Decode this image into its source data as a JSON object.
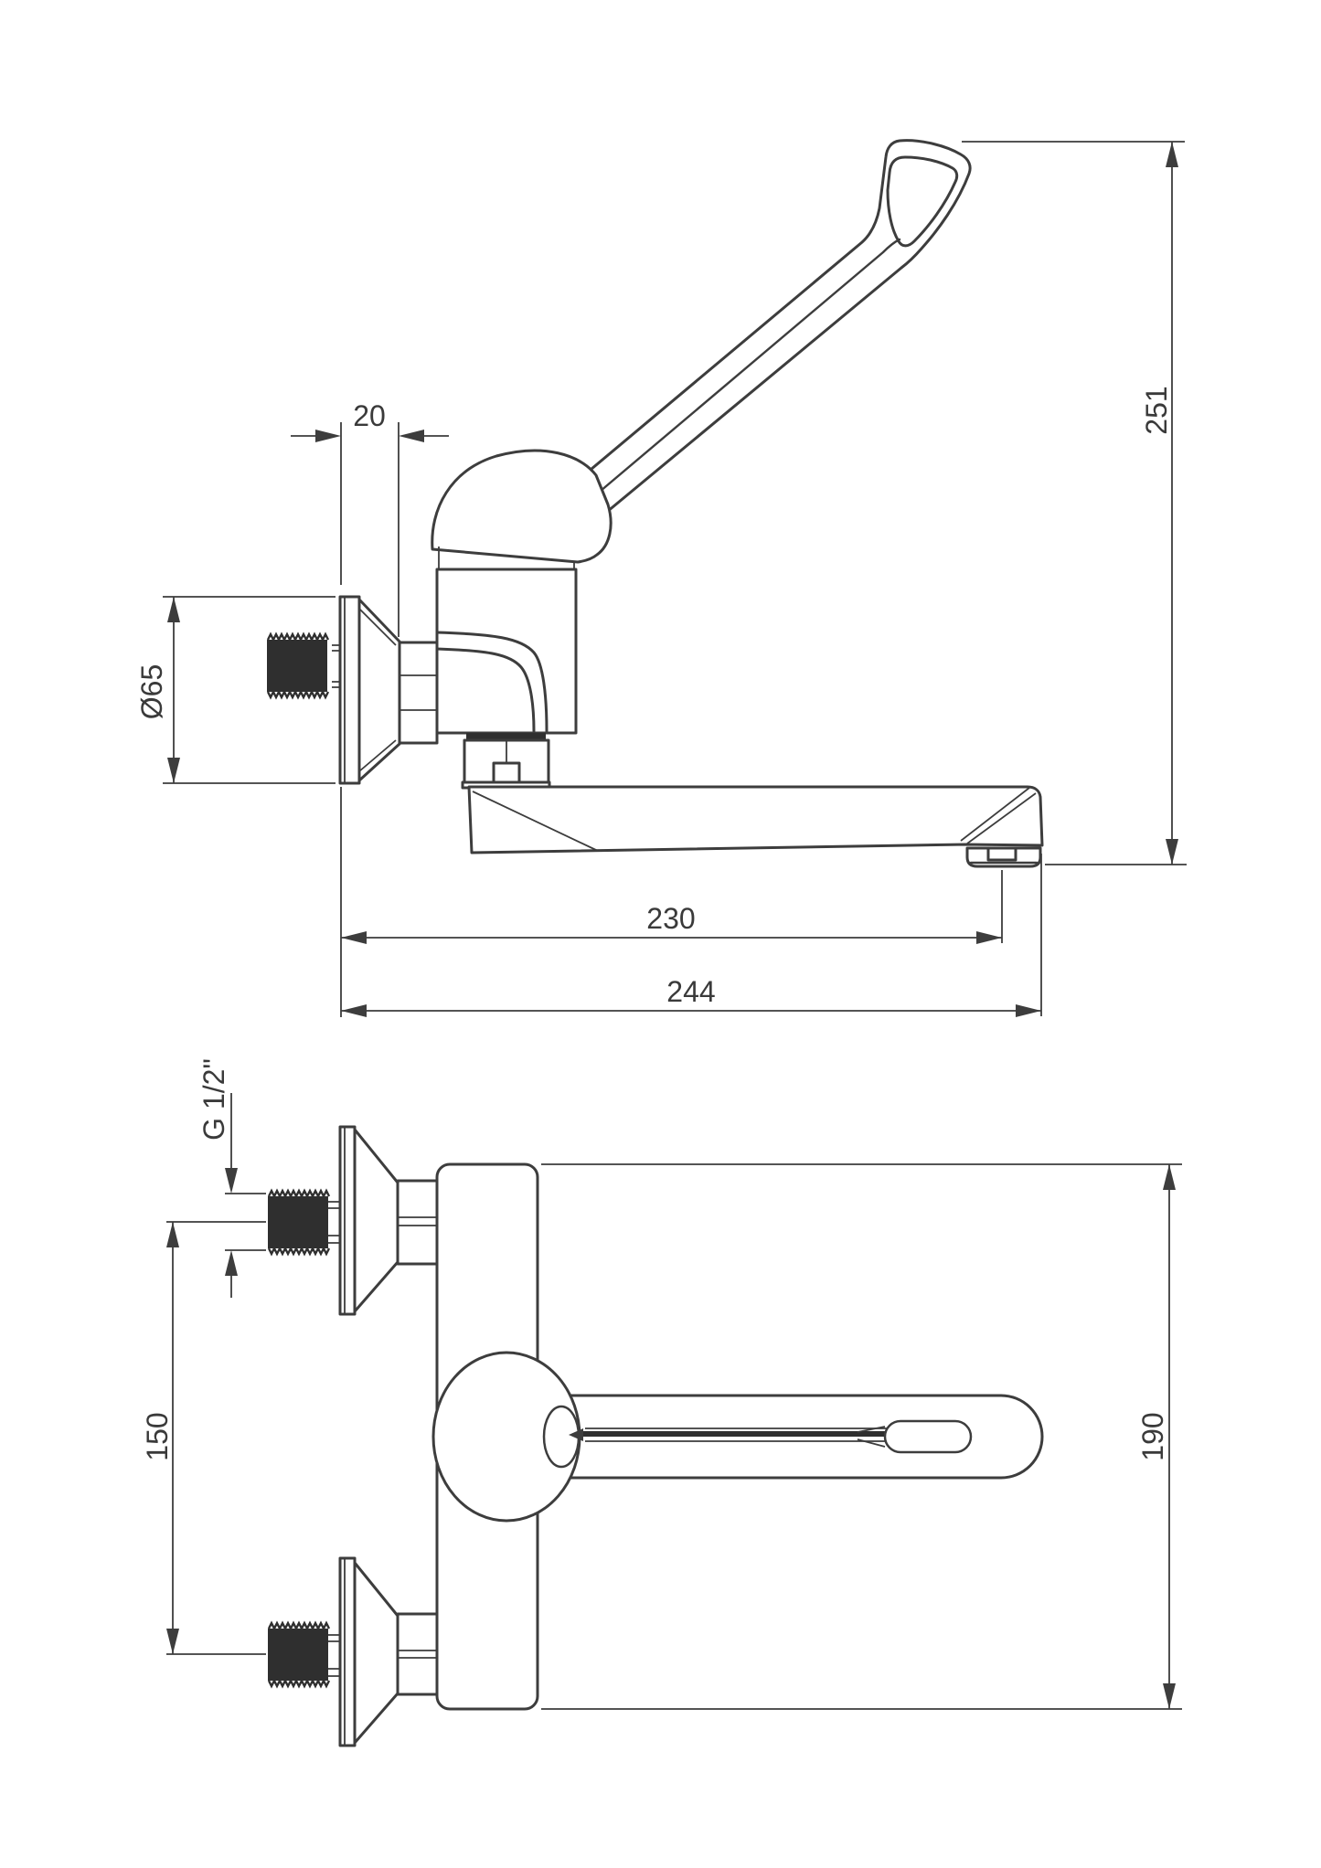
{
  "drawing": {
    "type": "technical-dimension-drawing",
    "product": "wall-mounted single-lever mixer with elongated clinical lever and swivel spout",
    "units": "mm",
    "views": [
      {
        "id": "side",
        "name": "side view"
      },
      {
        "id": "front",
        "name": "front view"
      }
    ],
    "colors": {
      "background": "#ffffff",
      "line": "#3d3d3d",
      "text": "#3a3a3a",
      "solid_fill": "#2f2f2f"
    }
  },
  "dimensions": {
    "side": {
      "offset": {
        "label": "20",
        "value_mm": 20,
        "orientation": "horizontal",
        "measures": "wall to connector offset"
      },
      "flange_diameter": {
        "label": "Ø65",
        "value_mm": 65,
        "orientation": "vertical",
        "measures": "wall escutcheon diameter"
      },
      "overall_height": {
        "label": "251",
        "value_mm": 251,
        "orientation": "vertical",
        "measures": "lever top to spout outlet"
      },
      "spout_reach": {
        "label": "230",
        "value_mm": 230,
        "orientation": "horizontal",
        "measures": "wall to aerator centre"
      },
      "overall_reach": {
        "label": "244",
        "value_mm": 244,
        "orientation": "horizontal",
        "measures": "wall to spout tip"
      }
    },
    "front": {
      "thread": {
        "label": "G 1/2\"",
        "orientation": "vertical",
        "measures": "connection thread size"
      },
      "centre_distance": {
        "label": "150",
        "value_mm": 150,
        "orientation": "vertical",
        "measures": "connection centre distance"
      },
      "body_height": {
        "label": "190",
        "value_mm": 190,
        "orientation": "vertical",
        "measures": "body height"
      }
    }
  }
}
